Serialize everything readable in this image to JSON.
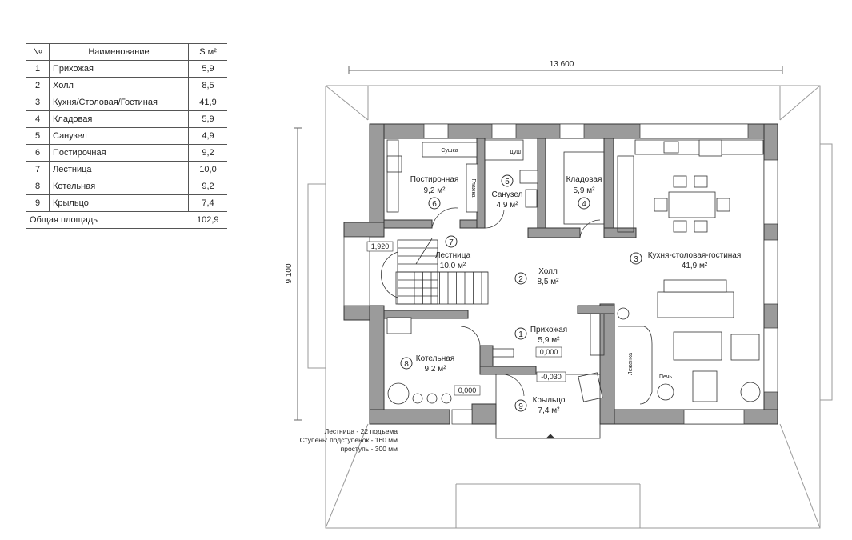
{
  "table": {
    "headers": [
      "№",
      "Наименование",
      "S м²"
    ],
    "rows": [
      {
        "n": "1",
        "name": "Прихожая",
        "area": "5,9"
      },
      {
        "n": "2",
        "name": "Холл",
        "area": "8,5"
      },
      {
        "n": "3",
        "name": "Кухня/Столовая/Гостиная",
        "area": "41,9"
      },
      {
        "n": "4",
        "name": "Кладовая",
        "area": "5,9"
      },
      {
        "n": "5",
        "name": "Санузел",
        "area": "4,9"
      },
      {
        "n": "6",
        "name": "Постирочная",
        "area": "9,2"
      },
      {
        "n": "7",
        "name": "Лестница",
        "area": "10,0"
      },
      {
        "n": "8",
        "name": "Котельная",
        "area": "9,2"
      },
      {
        "n": "9",
        "name": "Крыльцо",
        "area": "7,4"
      }
    ],
    "total_label": "Общая площадь",
    "total_value": "102,9"
  },
  "dimensions": {
    "width": "13 600",
    "height": "9 100"
  },
  "rooms": {
    "r1": {
      "num": "1",
      "name": "Прихожая",
      "area": "5,9 м²"
    },
    "r2": {
      "num": "2",
      "name": "Холл",
      "area": "8,5 м²"
    },
    "r3": {
      "num": "3",
      "name": "Кухня-столовая-гостиная",
      "area": "41,9 м²"
    },
    "r4": {
      "num": "4",
      "name": "Кладовая",
      "area": "5,9 м²"
    },
    "r5": {
      "num": "5",
      "name": "Санузел",
      "area": "4,9 м²"
    },
    "r6": {
      "num": "6",
      "name": "Постирочная",
      "area": "9,2 м²"
    },
    "r7": {
      "num": "7",
      "name": "Лестница",
      "area": "10,0 м²"
    },
    "r8": {
      "num": "8",
      "name": "Котельная",
      "area": "9,2 м²"
    },
    "r9": {
      "num": "9",
      "name": "Крыльцо",
      "area": "7,4 м²"
    }
  },
  "fixtures": {
    "dryer": "Сушка",
    "ironing": "Глажка",
    "shower": "Душ",
    "bench": "Лежанка",
    "stove": "Печь"
  },
  "levels": {
    "stair_level": "1,920",
    "hall_level": "0,000",
    "boiler_level": "0,000",
    "porch_level": "-0,030"
  },
  "notes": {
    "line1": "Лестница - 22 подъема",
    "line2": "Ступень: подступенок - 160 мм",
    "line3": "проступь - 300 мм"
  }
}
